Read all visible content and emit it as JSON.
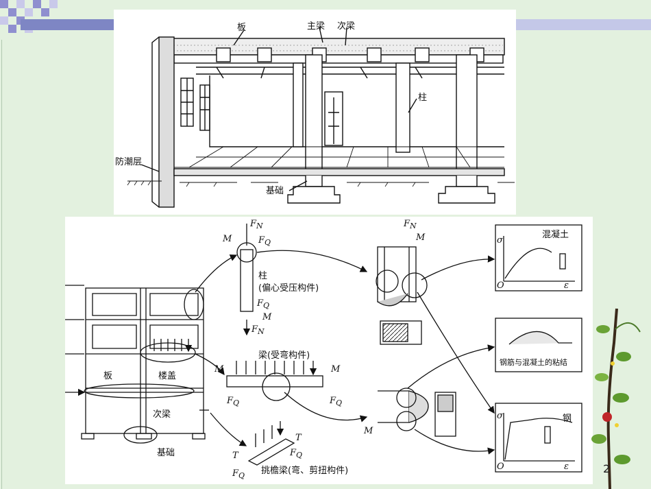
{
  "slide": {
    "page_number": "2"
  },
  "building_figure": {
    "labels": {
      "slab": "板",
      "main_beam": "主梁",
      "secondary_beam": "次梁",
      "column": "柱",
      "damp_proof_course": "防潮层",
      "foundation": "基础"
    }
  },
  "analysis_figure": {
    "frame_labels": {
      "slab": "板",
      "floor_cover": "楼盖",
      "secondary_beam": "次梁",
      "foundation": "基础"
    },
    "column": {
      "title": "柱",
      "subtitle": "(偏心受压构件)",
      "axial_force": "F",
      "axial_sub": "N",
      "moment": "M",
      "shear_force": "F",
      "shear_sub": "Q"
    },
    "beam": {
      "title": "梁(受弯构件)",
      "moment": "M",
      "shear_force": "F",
      "shear_sub": "Q"
    },
    "eave_beam": {
      "title": "挑檐梁(弯、剪扭构件)",
      "torque": "T",
      "shear_force": "F",
      "shear_sub": "Q"
    },
    "materials": {
      "concrete": "混凝土",
      "bond": "钢筋与混凝土的粘结",
      "steel": "钢",
      "stress_symbol": "σ",
      "strain_symbol": "ε",
      "origin": "O"
    }
  }
}
